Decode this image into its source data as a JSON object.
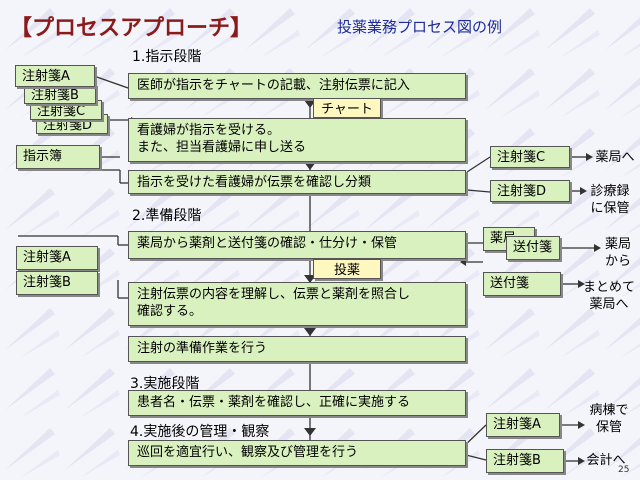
{
  "title": "【プロセスアプローチ】",
  "subtitle": "投薬業務プロセス図の例",
  "page_number": "25",
  "stages": {
    "s1": "1.指示段階",
    "s2": "2.準備段階",
    "s3": "3.実施段階",
    "s4": "4.実施後の管理・観察"
  },
  "process_boxes": {
    "p1": "医師が指示をチャートの記載、注射伝票に記入",
    "p2_line1": "看護婦が指示を受ける。",
    "p2_line2": "また、担当看護婦に申し送る",
    "p3": "指示を受けた看護婦が伝票を確認し分類",
    "p4": "薬局から薬剤と送付箋の確認・仕分け・保管",
    "p5_line1": "注射伝票の内容を理解し、伝票と薬剤を照合し",
    "p5_line2": "確認する。",
    "p6": "注射の準備作業を行う",
    "p7": "患者名・伝票・薬剤を確認し、正確に実施する",
    "p8": "巡回を適宜行い、観察及び管理を行う"
  },
  "tags": {
    "chart": "チャート",
    "dosing": "投薬"
  },
  "docs": {
    "stack": [
      "注射箋A",
      "注射箋B",
      "注射箋C",
      "注射箋D"
    ],
    "instruction_book": "指示簿",
    "left_a": "注射箋A",
    "left_b": "注射箋B",
    "right_c": "注射箋C",
    "right_d": "注射箋D",
    "pharmacy_partial": "薬局",
    "slip1": "送付箋",
    "slip2": "送付箋",
    "after_a": "注射箋A",
    "after_b": "注射箋B"
  },
  "destinations": {
    "to_pharmacy": "薬局へ",
    "medical_record_1": "診療録",
    "medical_record_2": "に保管",
    "pharmacy_1": "薬局",
    "pharmacy_2": "から",
    "together_1": "まとめて",
    "together_2": "薬局へ",
    "ward_1": "病棟で",
    "ward_2": "保管",
    "accounting": "会計へ"
  },
  "colors": {
    "title": "#8b1a1a",
    "subtitle": "#1c2a9a",
    "box_fill": "#d9f0bf",
    "tag_fill": "#fff7c0"
  }
}
